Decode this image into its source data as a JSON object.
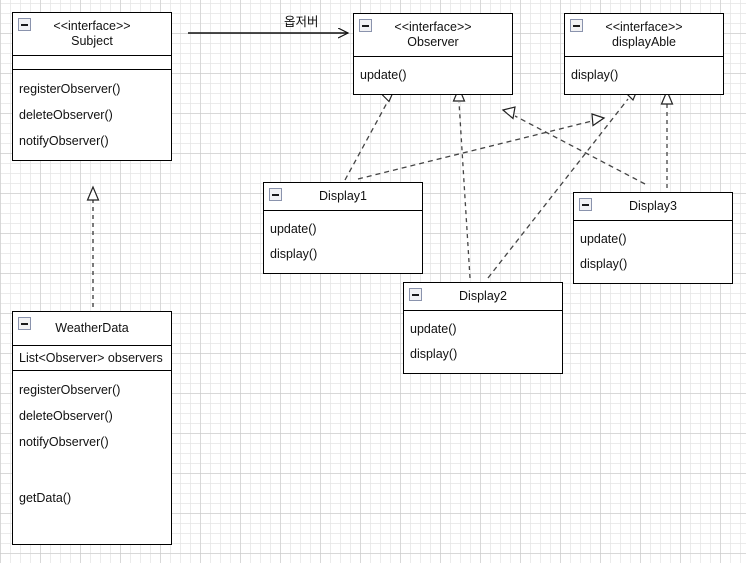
{
  "diagram": {
    "title": "Observer pattern UML class diagram",
    "edge_label_ko": "옵저버",
    "colors": {
      "box_border": "#000000",
      "box_fill": "#ffffff",
      "text": "#111111",
      "grid_minor": "#e4e4e4",
      "grid_major": "#c8c8c8",
      "connector": "#333333",
      "icon_border": "#8a93ad"
    },
    "classes": [
      {
        "id": "subject",
        "stereotype": "<<interface>>",
        "name": "Subject",
        "attributes": [],
        "operations": [
          "registerObserver()",
          "deleteObserver()",
          "notifyObserver()"
        ],
        "collapse_icon": "minus-icon"
      },
      {
        "id": "observer",
        "stereotype": "<<interface>>",
        "name": "Observer",
        "attributes": [],
        "operations": [
          "update()"
        ],
        "collapse_icon": "minus-icon"
      },
      {
        "id": "displayable",
        "stereotype": "<<interface>>",
        "name": "displayAble",
        "attributes": [],
        "operations": [
          "display()"
        ],
        "collapse_icon": "minus-icon"
      },
      {
        "id": "weatherdata",
        "stereotype": "",
        "name": "WeatherData",
        "attributes": [
          "List<Observer> observers"
        ],
        "operations": [
          "registerObserver()",
          "deleteObserver()",
          "notifyObserver()",
          "getData()"
        ],
        "collapse_icon": "minus-icon"
      },
      {
        "id": "display1",
        "stereotype": "",
        "name": "Display1",
        "attributes": [],
        "operations": [
          "update()",
          "display()"
        ],
        "collapse_icon": "minus-icon"
      },
      {
        "id": "display2",
        "stereotype": "",
        "name": "Display2",
        "attributes": [],
        "operations": [
          "update()",
          "display()"
        ],
        "collapse_icon": "minus-icon"
      },
      {
        "id": "display3",
        "stereotype": "",
        "name": "Display3",
        "attributes": [],
        "operations": [
          "update()",
          "display()"
        ],
        "collapse_icon": "minus-icon"
      }
    ],
    "relations": [
      {
        "from": "subject",
        "to": "observer",
        "type": "association",
        "style": "solid",
        "arrow": "open-arrow",
        "label": "옵저버"
      },
      {
        "from": "weatherdata",
        "to": "subject",
        "type": "realization",
        "style": "dashed",
        "arrow": "hollow-triangle",
        "label": ""
      },
      {
        "from": "display1",
        "to": "observer",
        "type": "realization",
        "style": "dashed",
        "arrow": "hollow-triangle",
        "label": ""
      },
      {
        "from": "display1",
        "to": "displayable",
        "type": "realization",
        "style": "dashed",
        "arrow": "hollow-triangle",
        "label": ""
      },
      {
        "from": "display2",
        "to": "observer",
        "type": "realization",
        "style": "dashed",
        "arrow": "hollow-triangle",
        "label": ""
      },
      {
        "from": "display2",
        "to": "displayable",
        "type": "realization",
        "style": "dashed",
        "arrow": "hollow-triangle",
        "label": ""
      },
      {
        "from": "display3",
        "to": "observer",
        "type": "realization",
        "style": "dashed",
        "arrow": "hollow-triangle",
        "label": ""
      },
      {
        "from": "display3",
        "to": "displayable",
        "type": "realization",
        "style": "dashed",
        "arrow": "hollow-triangle",
        "label": ""
      }
    ]
  }
}
